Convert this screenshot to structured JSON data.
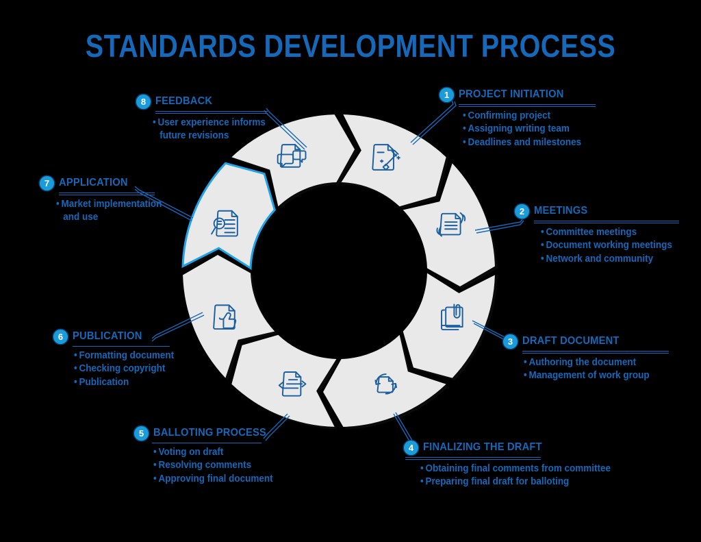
{
  "title": "STANDARDS DEVELOPMENT PROCESS",
  "colors": {
    "background": "#000000",
    "title_blue": "#1668b8",
    "badge_blue": "#1a9cdb",
    "segment_fill": "#e9e9e9",
    "icon_blue": "#1b5f9e",
    "highlight_outline": "#22a3e8"
  },
  "bullet_glyph": "•",
  "wheel": {
    "segments": [
      {
        "number": "1",
        "icon": "document-magic-wand-icon",
        "highlighted": false
      },
      {
        "number": "2",
        "icon": "hands-holding-document-icon",
        "highlighted": false
      },
      {
        "number": "3",
        "icon": "stacked-documents-paperclip-icon",
        "highlighted": false
      },
      {
        "number": "4",
        "icon": "document-refresh-cycle-icon",
        "highlighted": false
      },
      {
        "number": "5",
        "icon": "document-exchange-arrows-icon",
        "highlighted": false
      },
      {
        "number": "6",
        "icon": "document-thumbs-up-icon",
        "highlighted": false
      },
      {
        "number": "7",
        "icon": "document-magnifier-icon",
        "highlighted": true
      },
      {
        "number": "8",
        "icon": "document-speech-bubbles-icon",
        "highlighted": false
      }
    ]
  },
  "steps": [
    {
      "number": "1",
      "label": "PROJECT INITIATION",
      "bullets": [
        "Confirming project",
        "Assigning writing team",
        "Deadlines and milestones"
      ]
    },
    {
      "number": "2",
      "label": "MEETINGS",
      "bullets": [
        "Committee meetings",
        "Document working meetings",
        "Network and community"
      ]
    },
    {
      "number": "3",
      "label": "DRAFT DOCUMENT",
      "bullets": [
        "Authoring the document",
        "Management of work group"
      ]
    },
    {
      "number": "4",
      "label": "FINALIZING THE DRAFT",
      "bullets": [
        "Obtaining final comments from committee",
        "Preparing final draft for balloting"
      ]
    },
    {
      "number": "5",
      "label": "BALLOTING PROCESS",
      "bullets": [
        "Voting on draft",
        "Resolving comments",
        "Approving final document"
      ]
    },
    {
      "number": "6",
      "label": "PUBLICATION",
      "bullets": [
        "Formatting document",
        "Checking copyright",
        "Publication"
      ]
    },
    {
      "number": "7",
      "label": "APPLICATION",
      "bullets": [
        "Market implementation",
        "and use"
      ]
    },
    {
      "number": "8",
      "label": "FEEDBACK",
      "bullets": [
        "User experience informs",
        "future revisions"
      ]
    }
  ]
}
